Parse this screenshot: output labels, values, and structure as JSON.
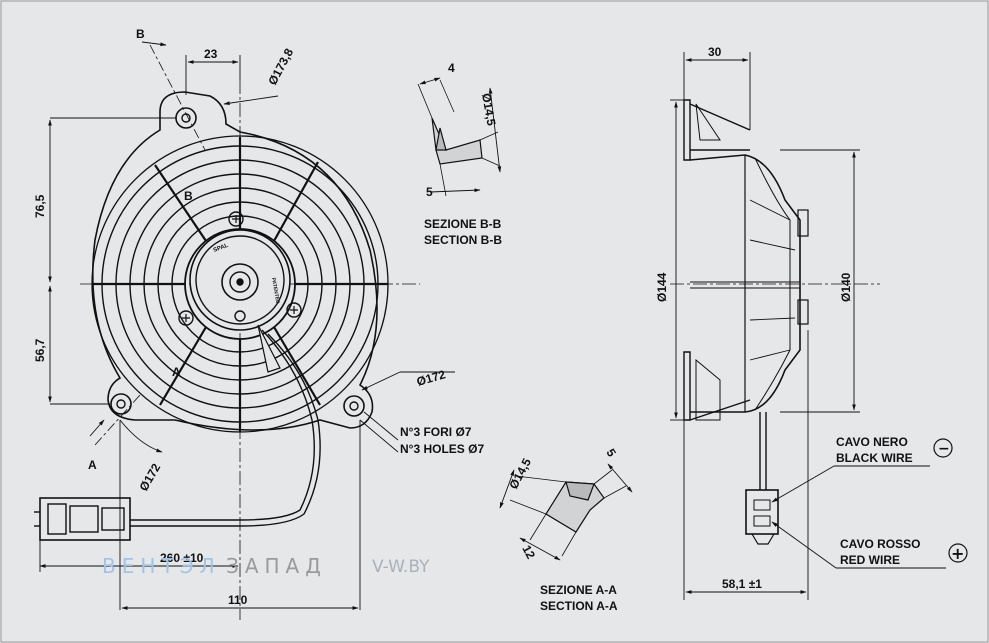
{
  "front_view": {
    "dim_23": "23",
    "dim_diameter_top": "Ø173,8",
    "dim_76_5": "76,5",
    "dim_56_7": "56,7",
    "dim_diameter_172_right": "Ø172",
    "dim_diameter_172_left": "Ø172",
    "dim_cable_length": "260 ±10",
    "dim_110": "110",
    "holes_note_it": "N°3 FORI Ø7",
    "holes_note_en": "N°3 HOLES Ø7",
    "marker_b": "B",
    "marker_a": "A",
    "marker_b_small": "B",
    "marker_a_small": "A",
    "label_spal": "SPAL",
    "label_patented": "PATENTED"
  },
  "section_bb": {
    "dim_4": "4",
    "dim_diameter": "Ø14,5",
    "dim_5": "5",
    "title_it": "SEZIONE B-B",
    "title_en": "SECTION B-B"
  },
  "section_aa": {
    "dim_diameter": "Ø14,5",
    "dim_5": "5",
    "dim_12": "12",
    "title_it": "SEZIONE A-A",
    "title_en": "SECTION A-A"
  },
  "side_view": {
    "dim_30": "30",
    "dim_diameter_144": "Ø144",
    "dim_diameter_140": "Ø140",
    "dim_depth": "58,1 ±1",
    "black_wire_it": "CAVO NERO",
    "black_wire_en": "BLACK WIRE",
    "red_wire_it": "CAVO ROSSO",
    "red_wire_en": "RED WIRE",
    "minus_symbol": "−",
    "plus_symbol": "+"
  },
  "watermark": {
    "part1": "ВЕНТЭЛ",
    "part2": "ЗАПАД",
    "site": "V-W.BY"
  },
  "colors": {
    "background": "#e6e7e9",
    "line": "#111111",
    "watermark_blue": "#9fc4e6",
    "watermark_grey": "#9a9a9a"
  }
}
